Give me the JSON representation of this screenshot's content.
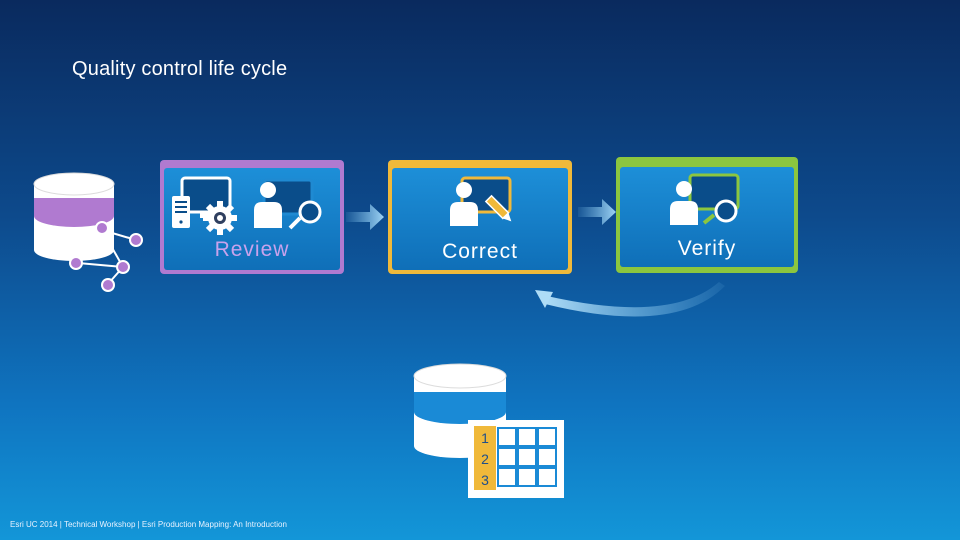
{
  "slide": {
    "title": "Quality control life cycle",
    "footer": "Esri UC 2014 | Technical Workshop | Esri Production Mapping: An Introduction"
  },
  "stages": [
    {
      "id": "review",
      "label": "Review",
      "frame_color": "#b07ad0",
      "label_color": "#c8a2ec"
    },
    {
      "id": "correct",
      "label": "Correct",
      "frame_color": "#f0b93a",
      "label_color": "#ffffff"
    },
    {
      "id": "verify",
      "label": "Verify",
      "frame_color": "#8cc63f",
      "label_color": "#ffffff"
    }
  ],
  "colors": {
    "arrow": "#7fc4ee",
    "database_body": "#ffffff",
    "database_band_purple": "#b07ad0",
    "database_band_blue": "#1a8ad6",
    "node_purple": "#b07ad0",
    "table_frame": "#f0b93a"
  },
  "table": {
    "row_numbers": [
      "1",
      "2",
      "3"
    ]
  },
  "icons": {
    "review": [
      "document-icon",
      "gear-icon",
      "monitor-icon",
      "user-icon",
      "magnifier-icon"
    ],
    "correct": [
      "monitor-icon",
      "user-icon",
      "pencil-icon"
    ],
    "verify": [
      "monitor-icon",
      "user-icon",
      "magnifier-icon"
    ]
  }
}
